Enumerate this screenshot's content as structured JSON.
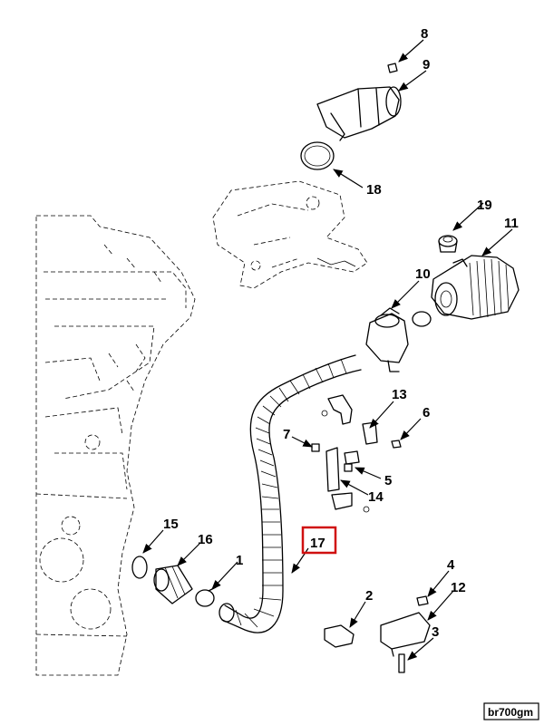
{
  "figure_id": "br700gm",
  "highlighted_callout": "17",
  "callouts": {
    "c1": "1",
    "c2": "2",
    "c3": "3",
    "c4": "4",
    "c5": "5",
    "c6": "6",
    "c7": "7",
    "c8": "8",
    "c9": "9",
    "c10": "10",
    "c11": "11",
    "c12": "12",
    "c13": "13",
    "c14": "14",
    "c15": "15",
    "c16": "16",
    "c17": "17",
    "c18": "18",
    "c19": "19"
  },
  "colors": {
    "line": "#000000",
    "highlight": "#d01010",
    "background": "#ffffff"
  }
}
